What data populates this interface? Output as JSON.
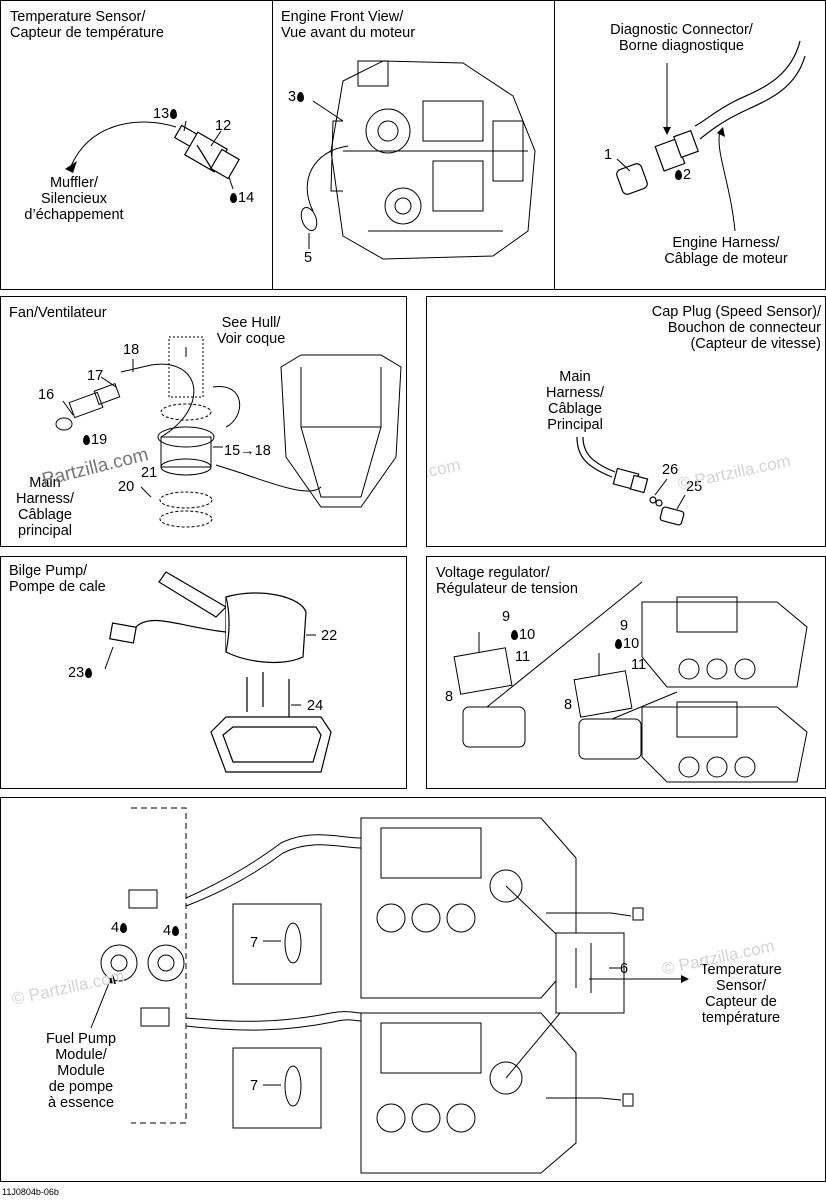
{
  "panels": {
    "temp_sensor": {
      "title": "Temperature Sensor/\nCapteur de température",
      "muffler": "Muffler/\nSilencieux\nd’échappement",
      "callouts": {
        "c13": "13",
        "c12": "12",
        "c14": "14"
      }
    },
    "engine_front": {
      "title": "Engine Front View/\nVue avant du moteur",
      "callouts": {
        "c3": "3",
        "c5": "5"
      }
    },
    "diagnostic": {
      "title": "Diagnostic Connector/\nBorne diagnostique",
      "harness": "Engine Harness/\nCâblage de moteur",
      "callouts": {
        "c1": "1",
        "c2": "2"
      }
    },
    "fan": {
      "title": "Fan/Ventilateur",
      "see_hull": "See Hull/\nVoir coque",
      "main_harness": "Main\nHarness/\nCâblage\nprincipal",
      "callouts": {
        "c18": "18",
        "c17": "17",
        "c16": "16",
        "c19": "19",
        "c15": "15→18",
        "c20": "20",
        "c21": "21"
      }
    },
    "cap_plug": {
      "title": "Cap Plug (Speed Sensor)/\nBouchon de  connecteur\n(Capteur de vitesse)",
      "main_harness": "Main\nHarness/\nCâblage\nPrincipal",
      "callouts": {
        "c26": "26",
        "c25": "25"
      }
    },
    "bilge": {
      "title": "Bilge Pump/\nPompe de cale",
      "callouts": {
        "c22": "22",
        "c23": "23",
        "c24": "24"
      }
    },
    "voltage": {
      "title": "Voltage regulator/\nRégulateur de tension",
      "callouts": {
        "c9a": "9",
        "c10a": "10",
        "c11a": "11",
        "c8a": "8",
        "c9b": "9",
        "c10b": "10",
        "c11b": "11",
        "c8b": "8"
      }
    },
    "bottom": {
      "fuel_pump": "Fuel Pump\nModule/\nModule\nde pompe\nà essence",
      "temp_sensor": "Temperature\nSensor/\nCapteur de\ntempérature",
      "callouts": {
        "c4a": "4",
        "c4b": "4",
        "c7a": "7",
        "c7b": "7",
        "c6": "6"
      }
    }
  },
  "watermark": "Partzilla.com",
  "watermark_faint": "© Partzilla.com",
  "footer_code": "11J0804b-06b"
}
